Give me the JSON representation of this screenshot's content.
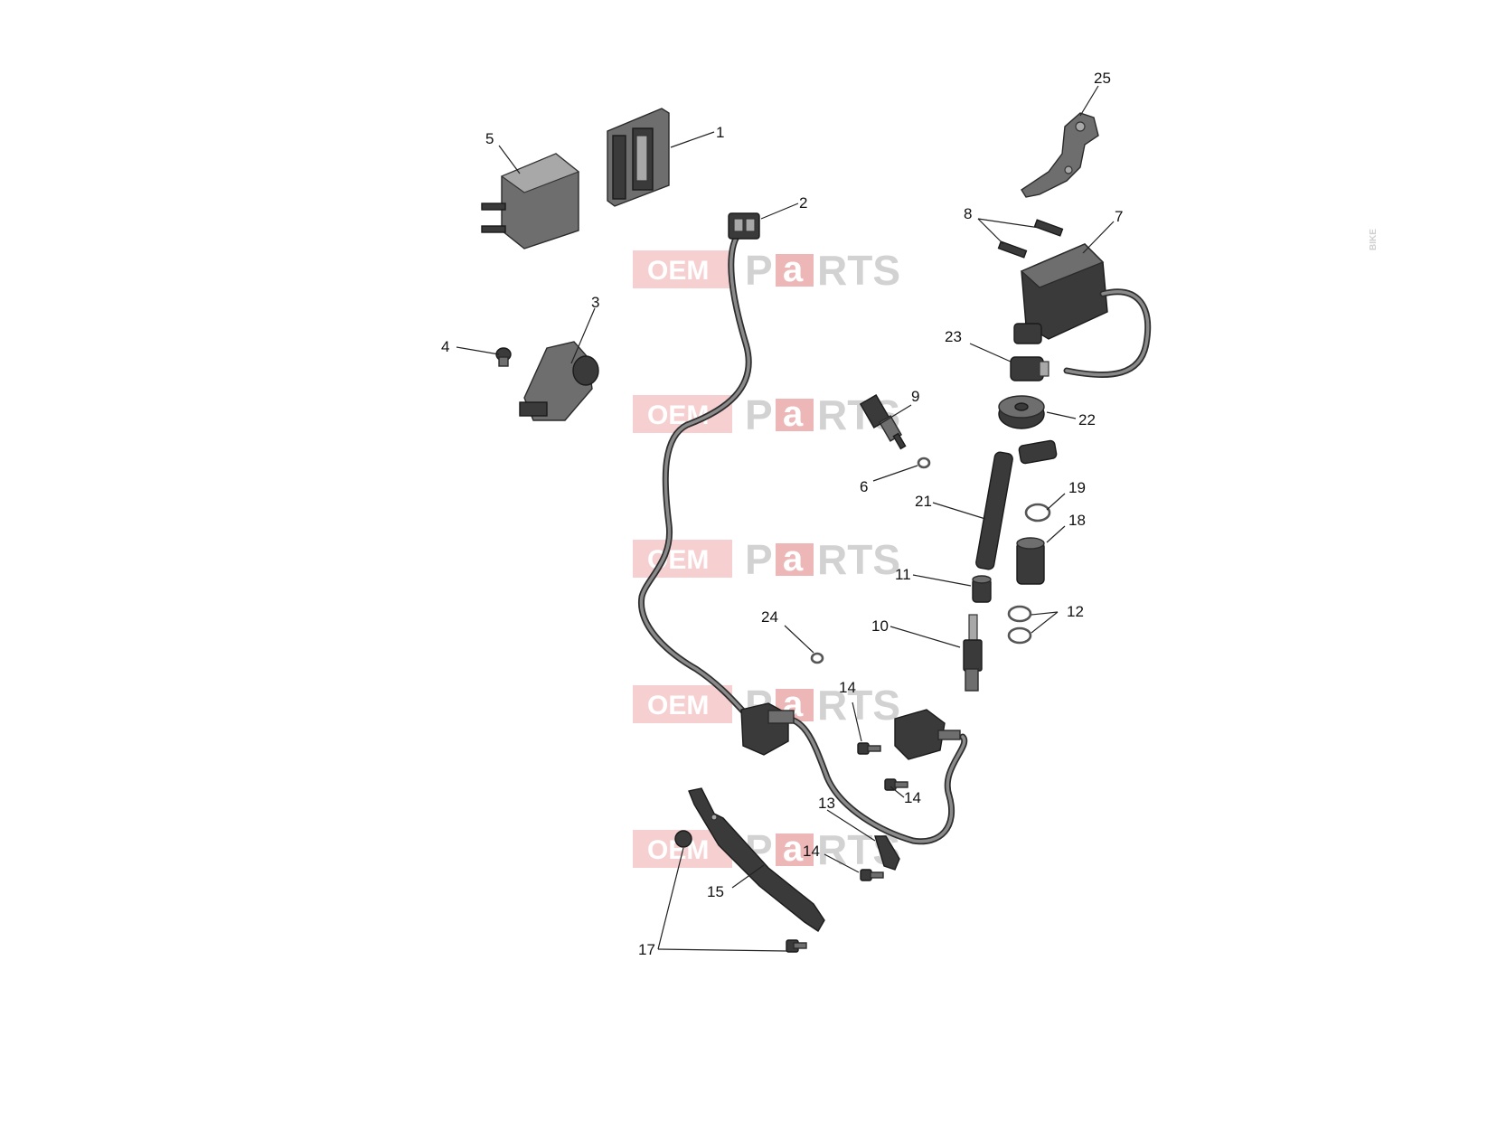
{
  "callouts": {
    "c1": "1",
    "c2": "2",
    "c3": "3",
    "c4": "4",
    "c5": "5",
    "c6": "6",
    "c7": "7",
    "c8": "8",
    "c9": "9",
    "c10": "10",
    "c11": "11",
    "c12": "12",
    "c13": "13",
    "c14a": "14",
    "c14b": "14",
    "c14c": "14",
    "c15": "15",
    "c17": "17",
    "c18": "18",
    "c19": "19",
    "c21": "21",
    "c22": "22",
    "c23": "23",
    "c24": "24",
    "c25": "25"
  },
  "watermark": {
    "oem": "OEM",
    "bike": "BIKE",
    "p": "P",
    "a": "a",
    "rts": "RTS"
  }
}
